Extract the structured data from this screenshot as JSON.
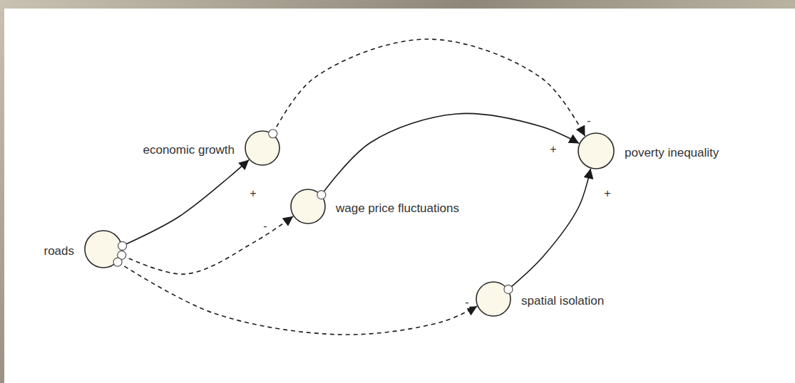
{
  "diagram": {
    "nodes": [
      {
        "text": [
          "roads"
        ]
      },
      {
        "text": [
          "economic growth"
        ]
      },
      {
        "text": [
          "wage price fluctuations"
        ]
      },
      {
        "text": [
          "spatial isolation"
        ]
      },
      {
        "text": [
          "poverty inequality"
        ]
      }
    ],
    "edges": [
      {
        "from": 0,
        "to": 1,
        "arrow": "to",
        "label": "+"
      },
      {
        "from": 0,
        "to": 2,
        "arrow": "to",
        "label": "-"
      },
      {
        "from": 0,
        "to": 3,
        "arrow": "to",
        "label": "-"
      },
      {
        "from": 1,
        "to": 4,
        "arrow": "to",
        "label": "-"
      },
      {
        "from": 2,
        "to": 4,
        "arrow": "to",
        "label": "+"
      },
      {
        "from": 3,
        "to": 4,
        "arrow": "to",
        "label": "+"
      }
    ]
  }
}
